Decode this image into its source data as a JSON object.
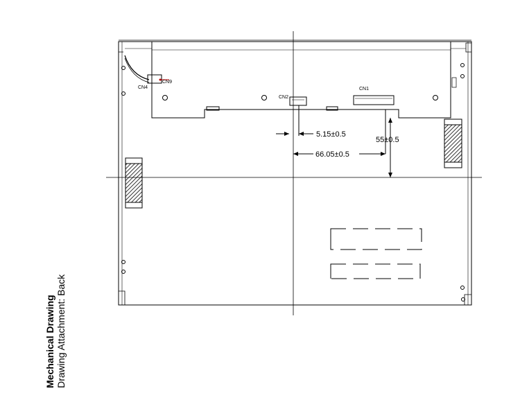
{
  "caption": {
    "title": "Mechanical Drawing",
    "subtitle": "Drawing Attachment: Back"
  },
  "connectors": {
    "cn9": "CN9",
    "cn4": "CN4",
    "cn2": "CN2",
    "cn1": "CN1"
  },
  "dimensions": {
    "dim_a": "5.15±0.5",
    "dim_b": "66.05±0.5",
    "dim_c": "55±0.5"
  }
}
